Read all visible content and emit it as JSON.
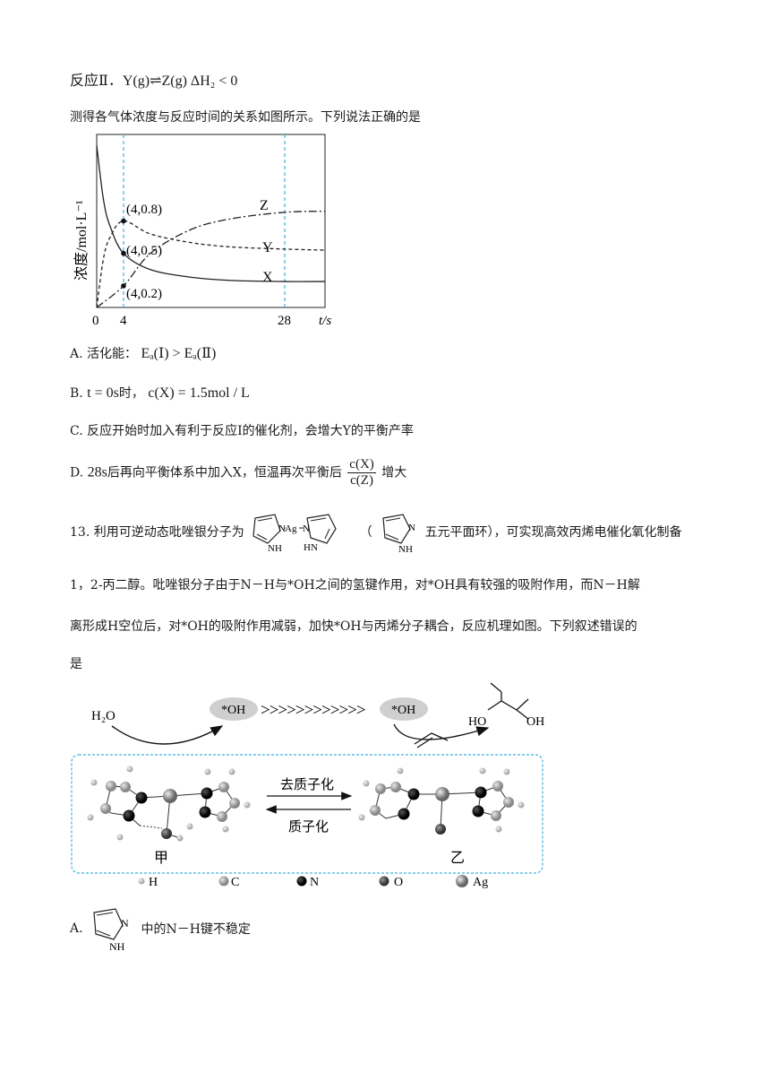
{
  "top": {
    "reaction2": "反应Ⅱ．Y(g)⇌Z(g)   ΔH₂ < 0",
    "stem": "测得各气体浓度与反应时间的关系如图所示。下列说法正确的是"
  },
  "chart_data": {
    "type": "line",
    "ylabel": "浓度/mol·L⁻¹",
    "xlabel": "t/s",
    "x_ticks": [
      "0",
      "4",
      "28"
    ],
    "reference_lines_x": [
      4,
      28
    ],
    "series": [
      {
        "name": "X",
        "points": [
          [
            0,
            1.5
          ],
          [
            1,
            1.0
          ],
          [
            2,
            0.75
          ],
          [
            4,
            0.5
          ],
          [
            8,
            0.35
          ],
          [
            14,
            0.28
          ],
          [
            20,
            0.25
          ],
          [
            28,
            0.24
          ],
          [
            34,
            0.24
          ]
        ]
      },
      {
        "name": "Y",
        "points": [
          [
            0,
            0.0
          ],
          [
            1,
            0.45
          ],
          [
            2,
            0.65
          ],
          [
            4,
            0.8
          ],
          [
            8,
            0.68
          ],
          [
            14,
            0.6
          ],
          [
            20,
            0.56
          ],
          [
            28,
            0.54
          ],
          [
            34,
            0.53
          ]
        ]
      },
      {
        "name": "Z",
        "points": [
          [
            0,
            0.0
          ],
          [
            4,
            0.2
          ],
          [
            8,
            0.5
          ],
          [
            14,
            0.72
          ],
          [
            20,
            0.82
          ],
          [
            28,
            0.88
          ],
          [
            34,
            0.89
          ]
        ]
      }
    ],
    "annotations": [
      "(4,0.8)",
      "(4,0.5)",
      "(4,0.2)"
    ]
  },
  "options12": {
    "A_prefix": "A. 活化能：",
    "A_math": "Eₐ(Ⅰ) > Eₐ(Ⅱ)",
    "B_prefix": "B.",
    "B_math1": "t = 0s",
    "B_mid": "时，",
    "B_math2": "c(X) = 1.5mol / L",
    "C": "C. 反应开始时加入有利于反应Ⅰ的催化剂，会增大Y的平衡产率",
    "D_prefix": "D.",
    "D_math": "28s",
    "D_mid": "后再向平衡体系中加入X，恒温再次平衡后",
    "D_num": "c(X)",
    "D_den": "c(Z)",
    "D_suffix": "增大"
  },
  "q13": {
    "prefix": "13. 利用可逆动态吡唑银分子为",
    "paren": "（",
    "paren_text": "五元平面环），可实现高效丙烯电催化氧化制备",
    "line2": "1，2-丙二醇。吡唑银分子由于N－H与*OH之间的氢键作用，对*OH具有较强的吸附作用，而N－H解",
    "line3": "离形成H空位后，对*OH的吸附作用减弱，加快*OH与丙烯分子耦合，反应机理如图。下列叙述错误的",
    "line4": "是",
    "ag_label": "Ag",
    "n_label": "N",
    "nh_label": "NH",
    "hn_label": "HN"
  },
  "mechanism": {
    "h2o": "H₂O",
    "oh1": "*OH",
    "arrows": ">>>>>>>>>>>>",
    "oh2": "*OH",
    "product_ho": "HO",
    "product_oh": "OH",
    "forward": "去质子化",
    "backward": "质子化",
    "left_label": "甲",
    "right_label": "乙",
    "legend": [
      "H",
      "C",
      "N",
      "O",
      "Ag"
    ]
  },
  "optionA13": {
    "prefix": "A.",
    "suffix": "中的N－H键不稳定",
    "n_label": "N",
    "nh_label": "NH"
  },
  "colors": {
    "cyan_dash": "#3fb2e0",
    "oh_bubble": "#cfcfcf",
    "n_atom": "#111111",
    "c_atom": "#9a9a9a",
    "h_atom": "#c8c8c8",
    "o_atom": "#555555",
    "ag_atom": "#8a8a8a"
  }
}
